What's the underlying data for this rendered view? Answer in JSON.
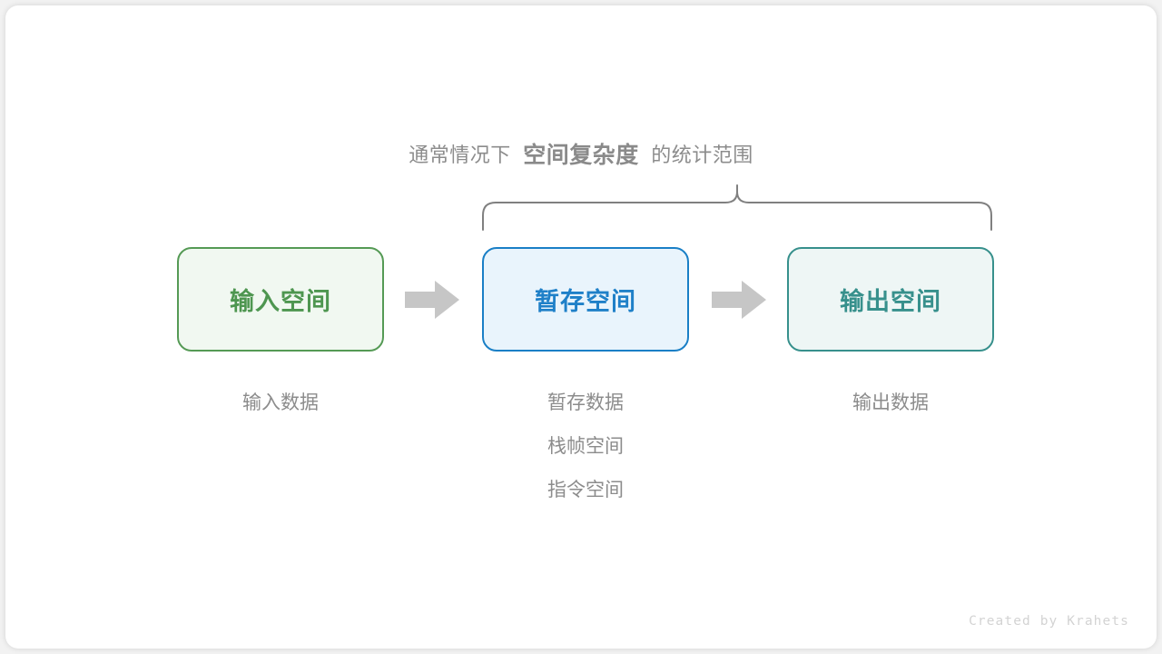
{
  "caption": {
    "prefix": "通常情况下",
    "emphasis": "空间复杂度",
    "suffix": "的统计范围"
  },
  "boxes": [
    {
      "id": "input",
      "label": "输入空间",
      "fill": "#f1f8f1",
      "border": "#559a55",
      "text": "#4e9650",
      "captions": [
        "输入数据"
      ]
    },
    {
      "id": "temp",
      "label": "暂存空间",
      "fill": "#e9f4fc",
      "border": "#1a7fc6",
      "text": "#1f80c8",
      "captions": [
        "暂存数据",
        "栈帧空间",
        "指令空间"
      ]
    },
    {
      "id": "output",
      "label": "输出空间",
      "fill": "#eef6f5",
      "border": "#37908c",
      "text": "#37908c",
      "captions": [
        "输出数据"
      ]
    }
  ],
  "arrows": {
    "color": "#c6c6c6",
    "count": 2
  },
  "brace": {
    "color": "#808080",
    "span_from": "暂存空间",
    "span_to": "输出空间"
  },
  "credit": "Created by Krahets",
  "colors": {
    "page_background": "#f2f2f2",
    "card_background": "#ffffff",
    "muted_text": "#8c8c8c",
    "credit_text": "#d3d3d3"
  }
}
